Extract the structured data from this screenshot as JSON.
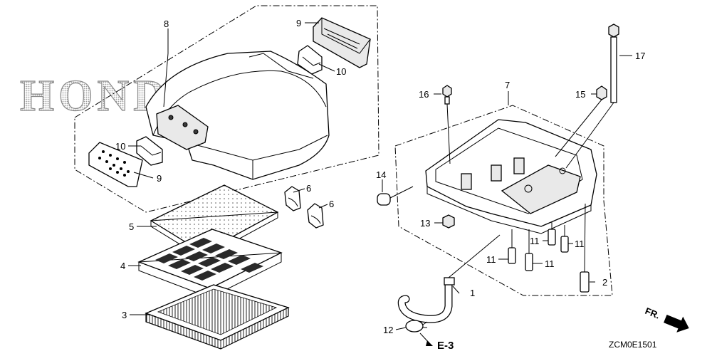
{
  "brand_watermark": "HONDA",
  "diagram_code": "ZCM0E1501",
  "front_indicator": "FR.",
  "cross_reference": "E-3",
  "callouts": {
    "p1": "1",
    "p2": "2",
    "p3": "3",
    "p4": "4",
    "p5": "5",
    "p6a": "6",
    "p6b": "6",
    "p7": "7",
    "p8": "8",
    "p9a": "9",
    "p9b": "9",
    "p10a": "10",
    "p10b": "10",
    "p11a": "11",
    "p11b": "11",
    "p11c": "11",
    "p11d": "11",
    "p12": "12",
    "p13": "13",
    "p14": "14",
    "p15": "15",
    "p16": "16",
    "p17": "17"
  }
}
